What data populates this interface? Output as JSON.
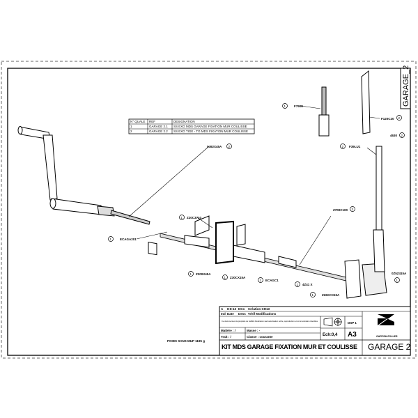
{
  "sheet_tag": "GARAGE_2",
  "bom": {
    "headers": [
      "N° QUALE",
      "REF",
      "DESIGNATION"
    ],
    "rows": [
      [
        "1",
        "GARAGE 2.1",
        "SS EXG MDS GARAGE FIXATION MUR COULISSE"
      ],
      [
        "2",
        "GARAGE 2.2",
        "SS EXG TIGE - TG MDS FIXATION MUR COULISSE"
      ]
    ]
  },
  "callouts": [
    {
      "num": "1",
      "ref": "F7908"
    },
    {
      "num": "2",
      "ref": "F120C20"
    },
    {
      "num": "2",
      "ref": "4630"
    },
    {
      "num": "2",
      "ref": "F39LU1"
    },
    {
      "num": "2",
      "ref": "0492X45A"
    },
    {
      "num": "1",
      "ref": "Z20C3710"
    },
    {
      "num": "1",
      "ref": "ECAGA201"
    },
    {
      "num": "2",
      "ref": "Z700C100"
    },
    {
      "num": "1",
      "ref": "Z200X45A"
    },
    {
      "num": "1",
      "ref": "Z30CX15A"
    },
    {
      "num": "1",
      "ref": "ECAGC1"
    },
    {
      "num": "1",
      "ref": "4Z41 X"
    },
    {
      "num": "1",
      "ref": "Z26XCX15A"
    },
    {
      "num": "1",
      "ref": "0Z5Z415A"
    }
  ],
  "weight_note": "POIDS SANS MUP 1195 g",
  "title_block": {
    "rev_rows": [
      [
        "A",
        "8-8-13",
        "DCo",
        "Création CH13"
      ],
      [
        "Ind",
        "Date",
        "Dess",
        "Vérif Modifications"
      ]
    ],
    "property_note": "Ce document est la propriété de Gaffish Fédération sauf autorisation écrite, reproduction et communication interdites",
    "matiere": "Matière : /",
    "traitement": "Trait : /",
    "masse": "Masse : -",
    "classe": "Classe : courante",
    "echelle": "Ech:0,4",
    "format": "A3",
    "page": "DSP 1",
    "company": "GAFFISH-FOLLER",
    "title": "KIT MDS GARAGE FIXATION MUR ET COULISSE",
    "drawing_no": "GARAGE 2"
  }
}
